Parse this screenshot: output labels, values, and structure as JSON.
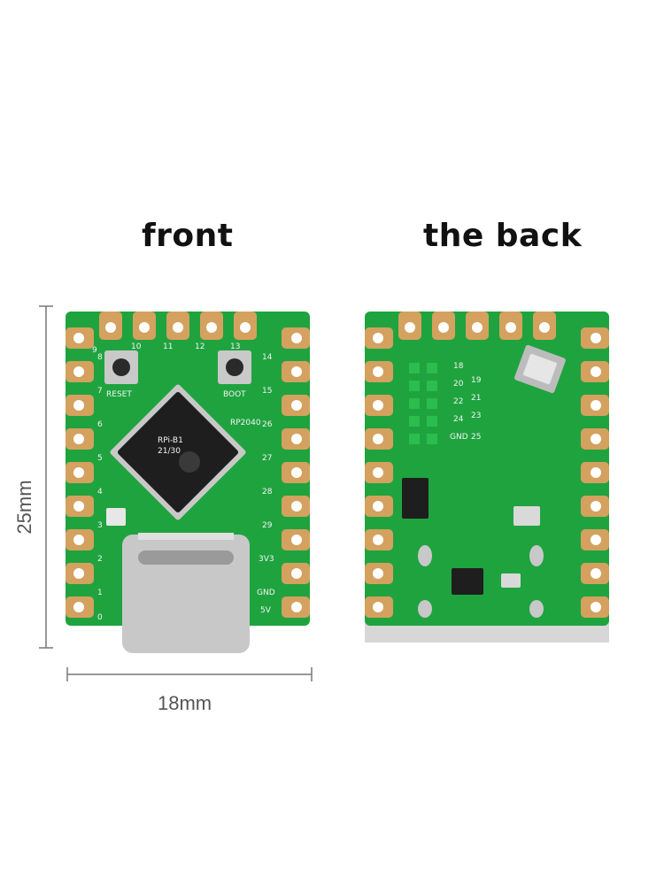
{
  "labels": {
    "front": "front",
    "back": "the back",
    "height": "25mm",
    "width": "18mm"
  },
  "front_board": {
    "pin_labels_left": [
      "8",
      "7",
      "6",
      "5",
      "4",
      "3",
      "2",
      "1",
      "0"
    ],
    "pin_labels_right": [
      "14",
      "15",
      "26",
      "27",
      "28",
      "29",
      "3V3",
      "GND",
      "5V"
    ],
    "pin_labels_top": [
      "9",
      "10",
      "11",
      "12",
      "13"
    ],
    "button_labels": [
      "RESET",
      "BOOT"
    ],
    "chip_text": [
      "RP2040",
      "RPi-B1",
      "21/30"
    ]
  },
  "back_board": {
    "pad_labels": [
      "18",
      "19",
      "20",
      "21",
      "22",
      "23",
      "24",
      "25",
      "GND"
    ]
  },
  "colors": {
    "pcb": "#1fa33f",
    "pad": "#d4a15f",
    "chip": "#1e1e1e",
    "usb": "#c8c8c8"
  }
}
